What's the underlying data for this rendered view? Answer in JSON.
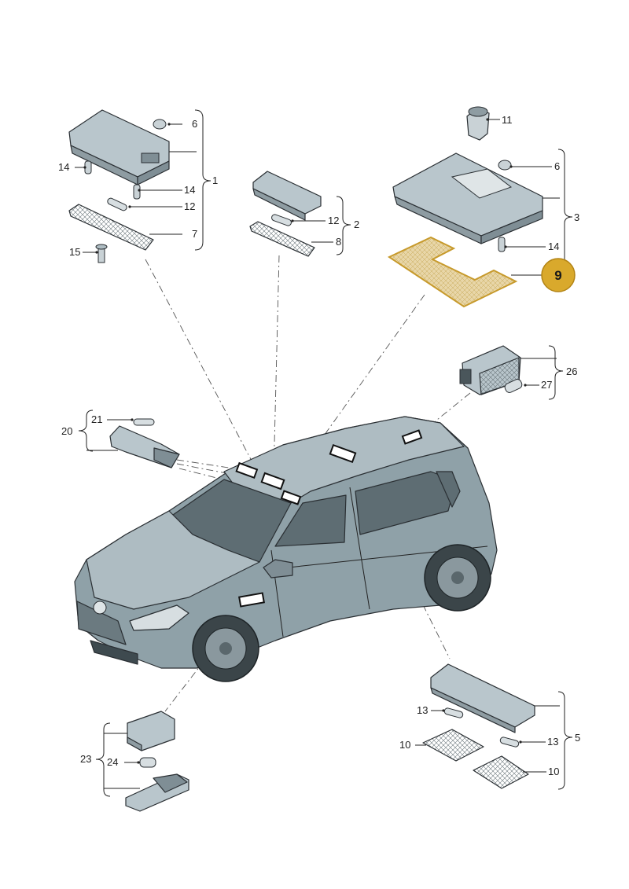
{
  "callouts": {
    "c1": "1",
    "c2": "2",
    "c3": "3",
    "c5": "5",
    "c6a": "6",
    "c6b": "6",
    "c7": "7",
    "c8": "8",
    "c9": "9",
    "c10a": "10",
    "c10b": "10",
    "c11": "11",
    "c12a": "12",
    "c12b": "12",
    "c13a": "13",
    "c13b": "13",
    "c14a": "14",
    "c14b": "14",
    "c14c": "14",
    "c15": "15",
    "c20": "20",
    "c21": "21",
    "c23": "23",
    "c24": "24",
    "c26": "26",
    "c27": "27"
  },
  "colors": {
    "part_fill": "#b9c6cc",
    "part_dark": "#7f8e95",
    "car_body": "#8fa1a8",
    "car_light": "#aebcc2",
    "glass": "#5e6d73",
    "highlight_fill": "#e5d2a3",
    "highlight_stroke": "#c79a2c",
    "badge_fill": "#d9a92c"
  }
}
